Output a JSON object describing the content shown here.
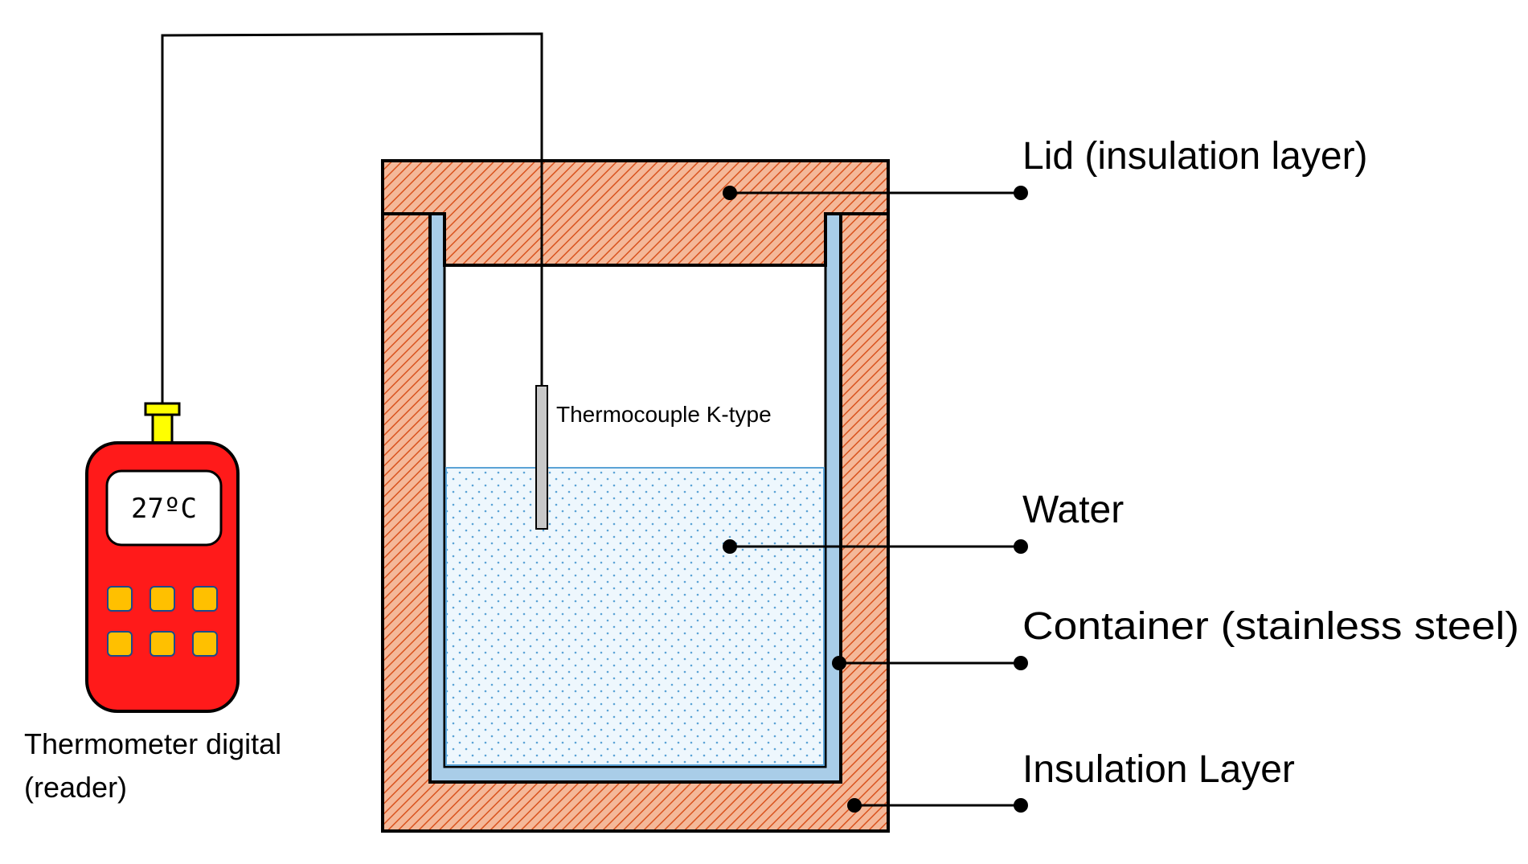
{
  "labels": {
    "lid": "Lid (insulation layer)",
    "water": "Water",
    "container": "Container (stainless steel)",
    "insulation": "Insulation Layer",
    "thermocouple": "Thermocouple K-type",
    "thermometer_line1": "Thermometer digital",
    "thermometer_line2": "(reader)",
    "display": "27ºC"
  },
  "colors": {
    "insulation_fill": "#f4b899",
    "insulation_hatch": "#d9531e",
    "container_fill": "#a9cde8",
    "water_fill": "#e3f1fb",
    "water_dots": "#5ba3d6",
    "thermometer_body": "#ff1a1a",
    "thermometer_buttons": "#ffc000",
    "connector": "#ffff00",
    "probe": "#c8c8c8",
    "line": "#000000"
  }
}
